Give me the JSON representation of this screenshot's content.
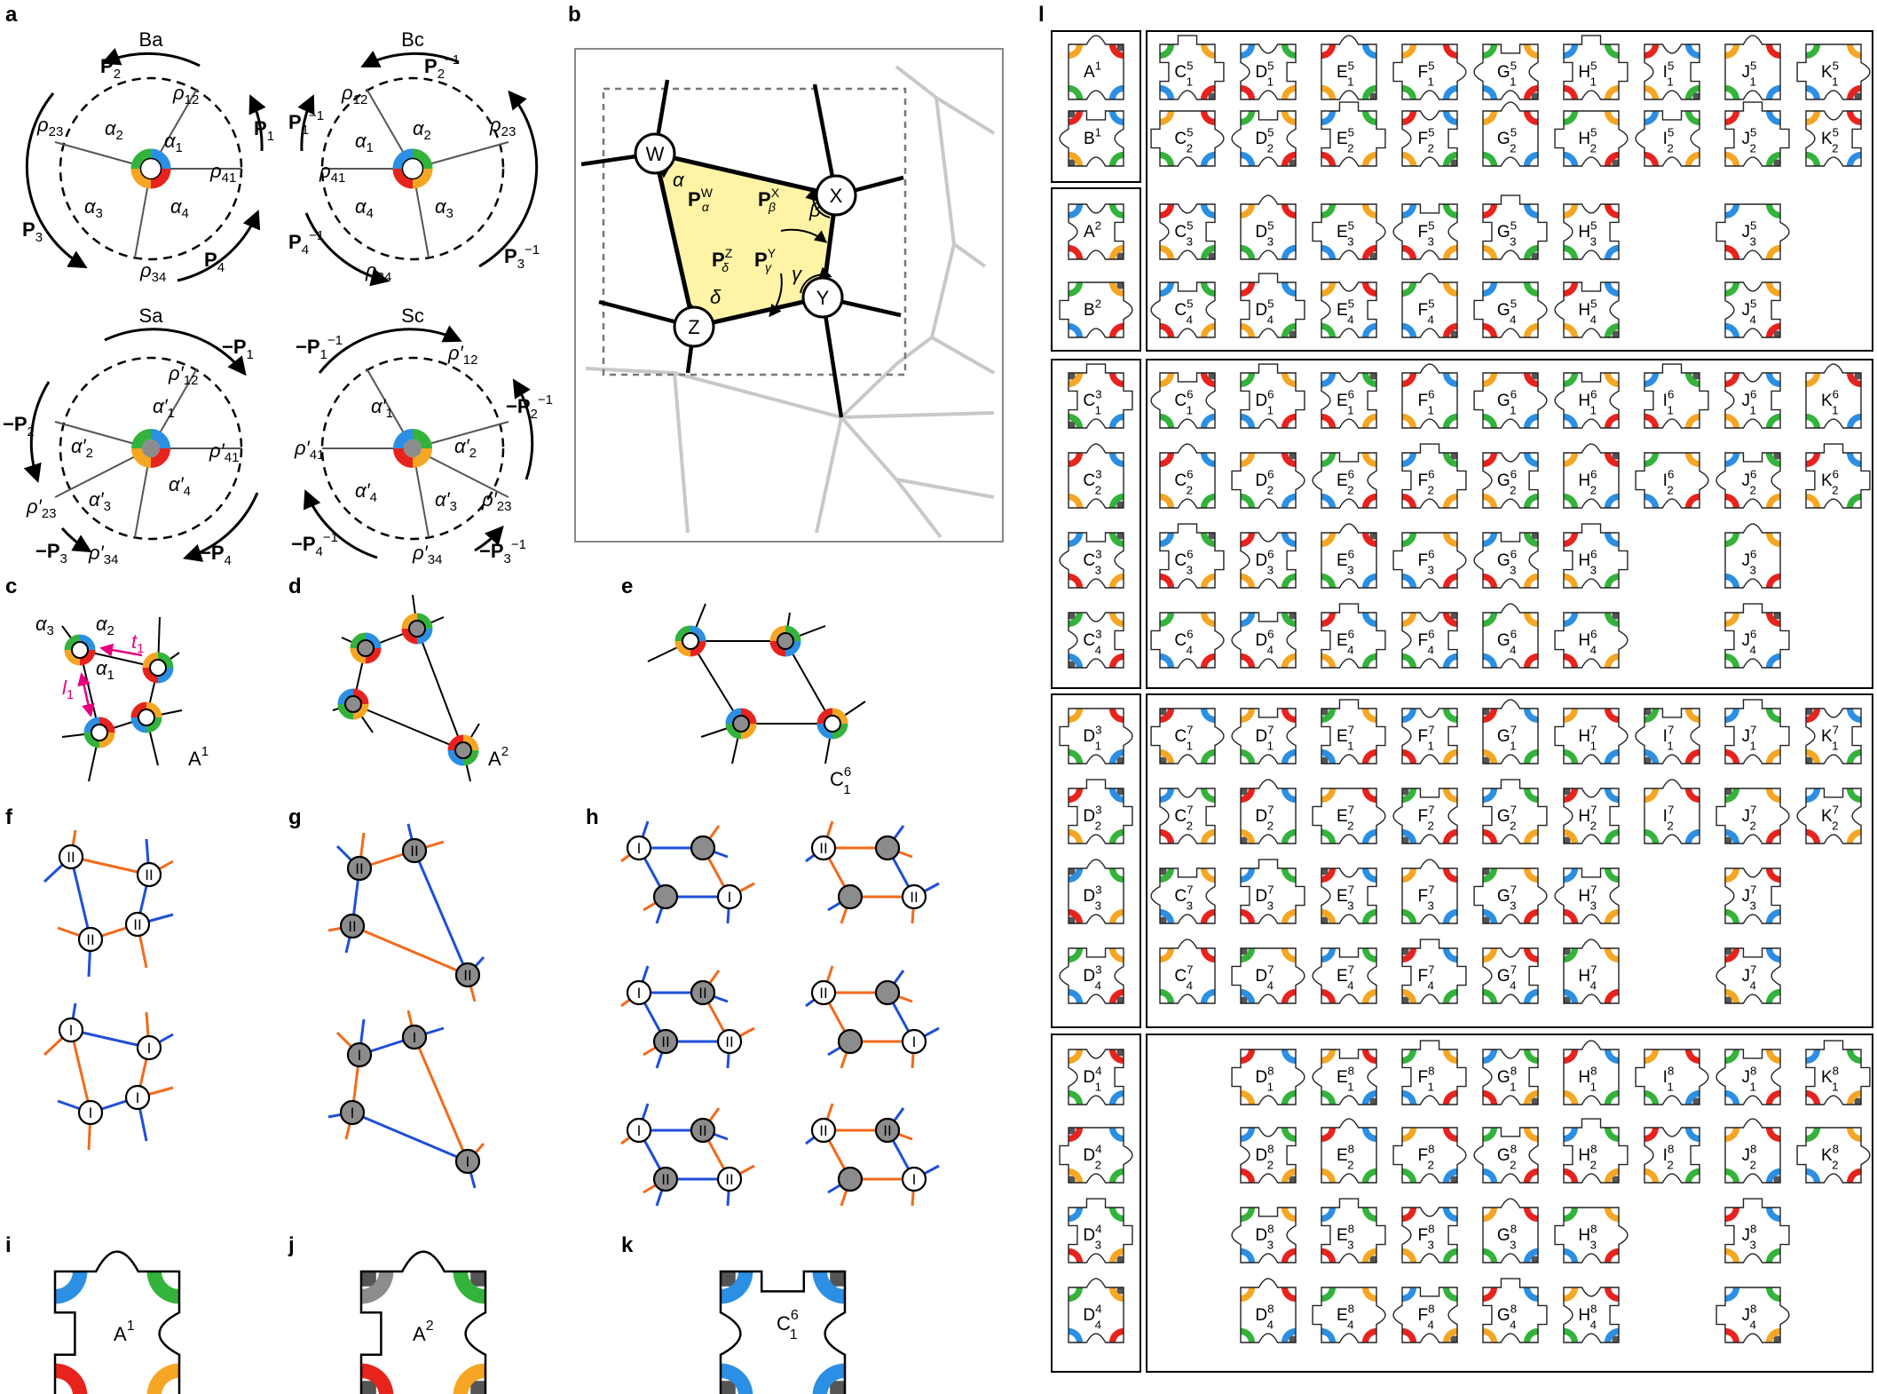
{
  "panel_letters": [
    "a",
    "b",
    "c",
    "d",
    "e",
    "f",
    "g",
    "h",
    "i",
    "j",
    "k",
    "l"
  ],
  "colors": {
    "blue": "#2b8fe3",
    "green": "#33b33b",
    "red": "#e8231d",
    "orange": "#f5a623",
    "gray": "#8c8c8c",
    "yellow": "#fff4a6",
    "purple": "#e6007e",
    "tileBlue": "#1e4fd8",
    "tileOrange": "#f26a1b"
  },
  "a": {
    "titles": [
      "Ba",
      "Bc",
      "Sa",
      "Sc"
    ],
    "ba": {
      "P2": "P",
      "P2s": "2",
      "P1": "P",
      "P1s": "1",
      "P3": "P",
      "P3s": "3",
      "P4": "P",
      "P4s": "4",
      "r12": "ρ",
      "r12s": "12",
      "r23": "ρ",
      "r23s": "23",
      "r41": "ρ",
      "r41s": "41",
      "r34": "ρ",
      "r34s": "34",
      "a1": "α",
      "a1s": "1",
      "a2": "α",
      "a2s": "2",
      "a3": "α",
      "a3s": "3",
      "a4": "α",
      "a4s": "4"
    },
    "bc": {
      "P2": "P",
      "P2s": "2",
      "P2e": "−1",
      "P1": "P",
      "P1s": "1",
      "P1e": "−1",
      "P4": "P",
      "P4s": "4",
      "P4e": "−1",
      "P3": "P",
      "P3s": "3",
      "P3e": "−1",
      "r12": "ρ",
      "r12s": "12",
      "r23": "ρ",
      "r23s": "23",
      "r41": "ρ",
      "r41s": "41",
      "r34": "ρ",
      "r34s": "34",
      "a1": "α",
      "a1s": "1",
      "a2": "α",
      "a2s": "2",
      "a3": "α",
      "a3s": "3",
      "a4": "α",
      "a4s": "4"
    },
    "sa": {
      "P1": "−P",
      "P1s": "1",
      "P2": "−P",
      "P2s": "2",
      "P3": "−P",
      "P3s": "3",
      "P4": "−P",
      "P4s": "4",
      "r12": "ρ′",
      "r12s": "12",
      "r23": "ρ′",
      "r23s": "23",
      "r41": "ρ′",
      "r41s": "41",
      "r34": "ρ′",
      "r34s": "34",
      "a1": "α′",
      "a1s": "1",
      "a2": "α′",
      "a2s": "2",
      "a3": "α′",
      "a3s": "3",
      "a4": "α′",
      "a4s": "4"
    },
    "sc": {
      "P1": "−P",
      "P1s": "1",
      "P1e": "−1",
      "P2": "−P",
      "P2s": "2",
      "P2e": "−1",
      "P4": "−P",
      "P4s": "4",
      "P4e": "−1",
      "P3": "−P",
      "P3s": "3",
      "P3e": "−1",
      "r12": "ρ′",
      "r12s": "12",
      "r23": "ρ′",
      "r23s": "23",
      "r41": "ρ′",
      "r41s": "41",
      "r34": "ρ′",
      "r34s": "34",
      "a1": "α′",
      "a1s": "1",
      "a2": "α′",
      "a2s": "2",
      "a3": "α′",
      "a3s": "3",
      "a4": "α′",
      "a4s": "4"
    }
  },
  "b": {
    "W": "W",
    "X": "X",
    "Y": "Y",
    "Z": "Z",
    "alpha": "α",
    "beta": "β",
    "gamma": "γ",
    "delta": "δ",
    "PW": "P",
    "PWsup": "W",
    "PWsub": "α",
    "PX": "P",
    "PXsup": "X",
    "PXsub": "β",
    "PY": "P",
    "PYsup": "Y",
    "PYsub": "γ",
    "PZ": "P",
    "PZsup": "Z",
    "PZsub": "δ"
  },
  "c": {
    "a1": "α",
    "a1s": "1",
    "a2": "α",
    "a2s": "2",
    "a3": "α",
    "a3s": "3",
    "t": "t",
    "ts": "1",
    "l": "l",
    "ls": "1",
    "name": "A",
    "sup": "1"
  },
  "d": {
    "name": "A",
    "sup": "2"
  },
  "e": {
    "name": "C",
    "sub": "1",
    "sup": "6"
  },
  "fg": {
    "I": "I",
    "II": "II"
  },
  "i": {
    "name": "A",
    "sup": "1"
  },
  "j": {
    "name": "A",
    "sup": "2"
  },
  "k": {
    "name": "C",
    "sub": "1",
    "sup": "6"
  },
  "l": {
    "row_letters": [
      "C",
      "D",
      "E",
      "F",
      "G",
      "H",
      "I",
      "J",
      "K"
    ],
    "left_tiles": [
      {
        "L": "A",
        "sub": "",
        "sup": "1"
      },
      {
        "L": "B",
        "sub": "",
        "sup": "1"
      },
      {
        "L": "A",
        "sub": "",
        "sup": "2"
      },
      {
        "L": "B",
        "sub": "",
        "sup": "2"
      },
      {
        "L": "C",
        "sub": "1",
        "sup": "3"
      },
      {
        "L": "C",
        "sub": "2",
        "sup": "3"
      },
      {
        "L": "C",
        "sub": "3",
        "sup": "3"
      },
      {
        "L": "C",
        "sub": "4",
        "sup": "3"
      },
      {
        "L": "D",
        "sub": "1",
        "sup": "3"
      },
      {
        "L": "D",
        "sub": "2",
        "sup": "3"
      },
      {
        "L": "D",
        "sub": "3",
        "sup": "3"
      },
      {
        "L": "D",
        "sub": "4",
        "sup": "3"
      },
      {
        "L": "D",
        "sub": "1",
        "sup": "4"
      },
      {
        "L": "D",
        "sub": "2",
        "sup": "4"
      },
      {
        "L": "D",
        "sub": "3",
        "sup": "4"
      },
      {
        "L": "D",
        "sub": "4",
        "sup": "4"
      }
    ],
    "groups": [
      {
        "sup": "5",
        "rows": [
          [
            "C",
            "D",
            "E",
            "F",
            "G",
            "H",
            "I",
            "J",
            "K"
          ],
          [
            "C",
            "D",
            "E",
            "F",
            "G",
            "H",
            "I",
            "J",
            "K"
          ],
          [
            "C",
            "D",
            "E",
            "F",
            "G",
            "H",
            "",
            "J",
            ""
          ],
          [
            "C",
            "D",
            "E",
            "F",
            "G",
            "H",
            "",
            "J",
            ""
          ]
        ]
      },
      {
        "sup": "6",
        "rows": [
          [
            "C",
            "D",
            "E",
            "F",
            "G",
            "H",
            "I",
            "J",
            "K"
          ],
          [
            "C",
            "D",
            "E",
            "F",
            "G",
            "H",
            "I",
            "J",
            "K"
          ],
          [
            "C",
            "D",
            "E",
            "F",
            "G",
            "H",
            "",
            "J",
            ""
          ],
          [
            "C",
            "D",
            "E",
            "F",
            "G",
            "H",
            "",
            "J",
            ""
          ]
        ]
      },
      {
        "sup": "7",
        "rows": [
          [
            "C",
            "D",
            "E",
            "F",
            "G",
            "H",
            "I",
            "J",
            "K"
          ],
          [
            "C",
            "D",
            "E",
            "F",
            "G",
            "H",
            "I",
            "J",
            "K"
          ],
          [
            "C",
            "D",
            "E",
            "F",
            "G",
            "H",
            "",
            "J",
            ""
          ],
          [
            "C",
            "D",
            "E",
            "F",
            "G",
            "H",
            "",
            "J",
            ""
          ]
        ]
      },
      {
        "sup": "8",
        "rows": [
          [
            "",
            "D",
            "E",
            "F",
            "G",
            "H",
            "I",
            "J",
            "K"
          ],
          [
            "",
            "D",
            "E",
            "F",
            "G",
            "H",
            "I",
            "J",
            "K"
          ],
          [
            "",
            "D",
            "E",
            "F",
            "G",
            "H",
            "",
            "J",
            ""
          ],
          [
            "",
            "D",
            "E",
            "F",
            "G",
            "H",
            "",
            "J",
            ""
          ]
        ]
      }
    ]
  }
}
